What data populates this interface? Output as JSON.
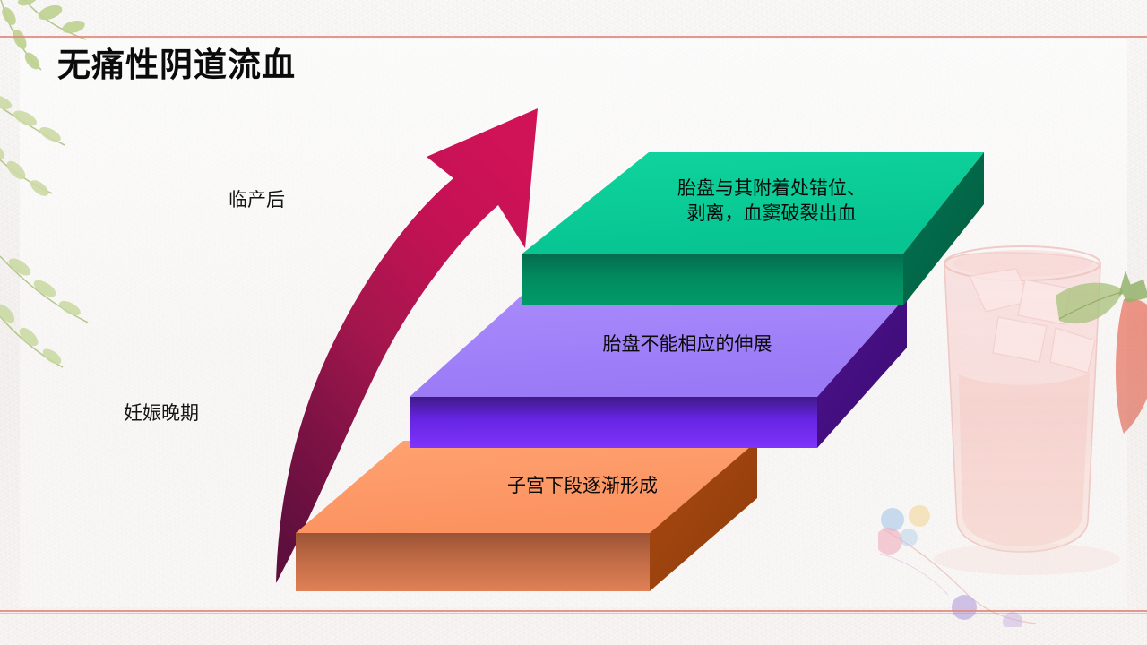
{
  "slide": {
    "title": "无痛性阴道流血",
    "background_color": "#fbf9f8",
    "frame_line_color": "#e2867c"
  },
  "stage_labels": [
    {
      "id": "after-labor",
      "text": "临产后"
    },
    {
      "id": "late-pregnancy",
      "text": "妊娠晚期"
    }
  ],
  "arrow": {
    "name": "curved-up-arrow",
    "direction": "up-right",
    "color_top": "#cc1155",
    "color_bottom": "#6b1243"
  },
  "slabs": [
    {
      "id": "green",
      "order": 3,
      "text": "胎盘与其附着处错位、\n剥离，血窦破裂出血",
      "top_color": "#0ccb96",
      "front_color": "#008a5e",
      "side_color": "#006e4b"
    },
    {
      "id": "purple",
      "order": 2,
      "text": "胎盘不能相应的伸展",
      "top_color": "#a17cf8",
      "front_color": "#7526ef",
      "side_color": "#4a0f8f"
    },
    {
      "id": "orange",
      "order": 1,
      "text": "子宫下段逐渐形成",
      "top_color": "#fd9a66",
      "front_color": "#c9673f",
      "side_color": "#a04612"
    }
  ],
  "decorations": [
    {
      "id": "leaves",
      "name": "leaf-branch-decoration",
      "position": "top-left",
      "color": "#b9c98a"
    },
    {
      "id": "drink",
      "name": "watercolor-drink-decoration",
      "position": "bottom-right",
      "color": "#f2c0bd"
    },
    {
      "id": "beads",
      "name": "bead-string-decoration",
      "position": "bottom-right",
      "color": "#c9b6e8"
    }
  ]
}
